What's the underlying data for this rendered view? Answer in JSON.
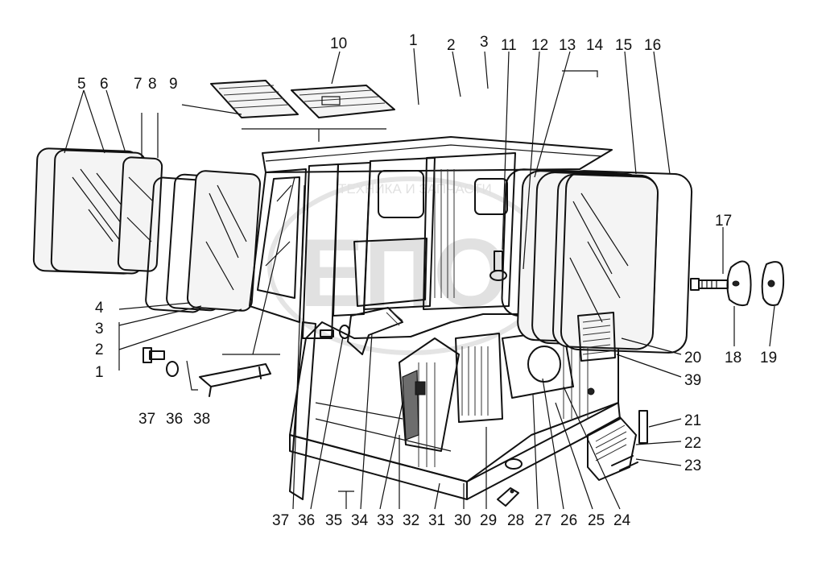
{
  "watermark": {
    "text": "ТЕХНИКА И ЗАПЧАСТИ",
    "logo_letters": "ЕПО"
  },
  "callouts": {
    "top_row": [
      "10",
      "1",
      "2",
      "3",
      "11",
      "12",
      "13",
      "14",
      "15",
      "16"
    ],
    "left_top": [
      "5",
      "6",
      "7",
      "8",
      "9"
    ],
    "left_side": [
      "4",
      "3",
      "2",
      "1"
    ],
    "left_bottom": [
      "37",
      "36",
      "38"
    ],
    "right_side": [
      "17",
      "18",
      "19",
      "20",
      "39",
      "21",
      "22",
      "23"
    ],
    "bottom_row": [
      "37",
      "36",
      "35",
      "34",
      "33",
      "32",
      "31",
      "30",
      "29",
      "28",
      "27",
      "26",
      "25",
      "24"
    ]
  },
  "colors": {
    "ink": "#111111",
    "paper": "#ffffff",
    "watermark": "#c9c9c9"
  }
}
